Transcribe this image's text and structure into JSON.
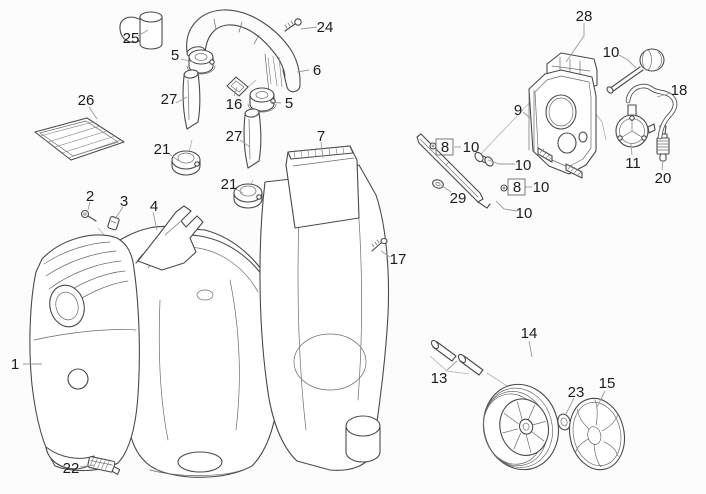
{
  "figure": {
    "type": "exploded-parts-diagram",
    "background_color": "#fcfcfc",
    "line_color": "#4a4a4a",
    "leader_color": "#9a9a9a",
    "label_color": "#1c1c1c",
    "distinct_part_numbers": [
      "1",
      "2",
      "3",
      "4",
      "5",
      "6",
      "7",
      "8",
      "9",
      "10",
      "11",
      "13",
      "14",
      "15",
      "16",
      "17",
      "18",
      "20",
      "21",
      "22",
      "23",
      "24",
      "25",
      "26",
      "27",
      "28",
      "29"
    ]
  },
  "callouts": [
    {
      "text": "1"
    },
    {
      "text": "2"
    },
    {
      "text": "3"
    },
    {
      "text": "4"
    },
    {
      "text": "5"
    },
    {
      "text": "5"
    },
    {
      "text": "6"
    },
    {
      "text": "7"
    },
    {
      "text": "8"
    },
    {
      "text": "8"
    },
    {
      "text": "9"
    },
    {
      "text": "10"
    },
    {
      "text": "10"
    },
    {
      "text": "10"
    },
    {
      "text": "10"
    },
    {
      "text": "10"
    },
    {
      "text": "11"
    },
    {
      "text": "13"
    },
    {
      "text": "14"
    },
    {
      "text": "15"
    },
    {
      "text": "16"
    },
    {
      "text": "17"
    },
    {
      "text": "18"
    },
    {
      "text": "20"
    },
    {
      "text": "21"
    },
    {
      "text": "21"
    },
    {
      "text": "22"
    },
    {
      "text": "23"
    },
    {
      "text": "24"
    },
    {
      "text": "25"
    },
    {
      "text": "26"
    },
    {
      "text": "27"
    },
    {
      "text": "27"
    },
    {
      "text": "28"
    },
    {
      "text": "29"
    }
  ]
}
